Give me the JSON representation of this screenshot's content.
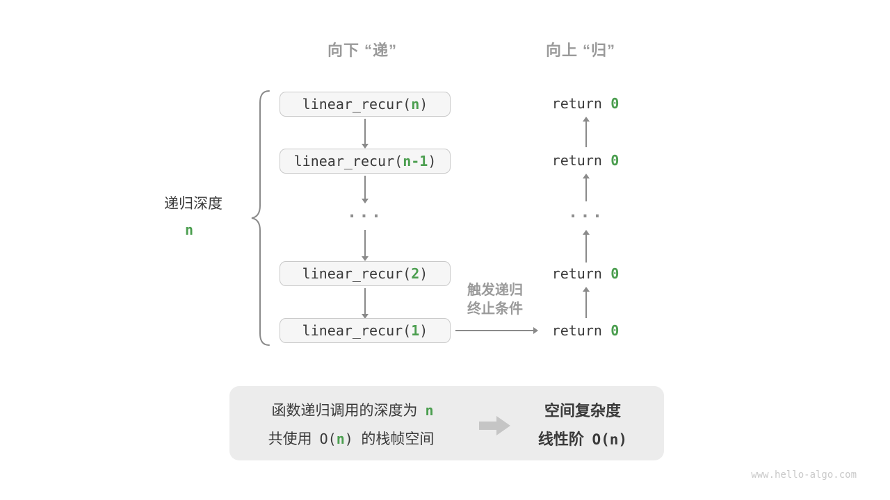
{
  "headers": {
    "down": "向下 “递”",
    "up": "向上 “归”"
  },
  "depth": {
    "label": "递归深度",
    "value": "n"
  },
  "stack": {
    "calls": [
      {
        "pre": "linear_recur(",
        "arg": "n",
        "post": ")"
      },
      {
        "pre": "linear_recur(",
        "arg": "n-1",
        "post": ")"
      },
      {
        "pre": "linear_recur(",
        "arg": "2",
        "post": ")"
      },
      {
        "pre": "linear_recur(",
        "arg": "1",
        "post": ")"
      }
    ],
    "ellipsis": "···"
  },
  "returns": {
    "items": [
      {
        "pre": "return",
        "val": "0"
      },
      {
        "pre": "return",
        "val": "0"
      },
      {
        "pre": "return",
        "val": "0"
      },
      {
        "pre": "return",
        "val": "0"
      }
    ],
    "ellipsis": "···"
  },
  "trigger": {
    "line1": "触发递归",
    "line2": "终止条件"
  },
  "summary": {
    "left_line1": {
      "pre": "函数递归调用的深度为",
      "n": "n"
    },
    "left_line2": {
      "pre": "共使用",
      "code_open": "O(",
      "n": "n",
      "code_close": ")",
      "post": "的栈帧空间"
    },
    "right_line1": "空间复杂度",
    "right_line2": {
      "label": "线性阶",
      "complexity": "O(n)"
    }
  },
  "watermark": "www.hello-algo.com",
  "colors": {
    "green": "#4b9e4f",
    "blue": "#0d81d2",
    "label_gray": "#9a9a9a",
    "arrow_gray": "#8a8a8a",
    "box_bg": "#f6f6f6",
    "box_border": "#c9c9c9",
    "summary_bg": "#ececec",
    "text_dark": "#3a3a3a",
    "watermark_gray": "#c9c9c9",
    "block_arrow_gray": "#c5c5c5"
  }
}
